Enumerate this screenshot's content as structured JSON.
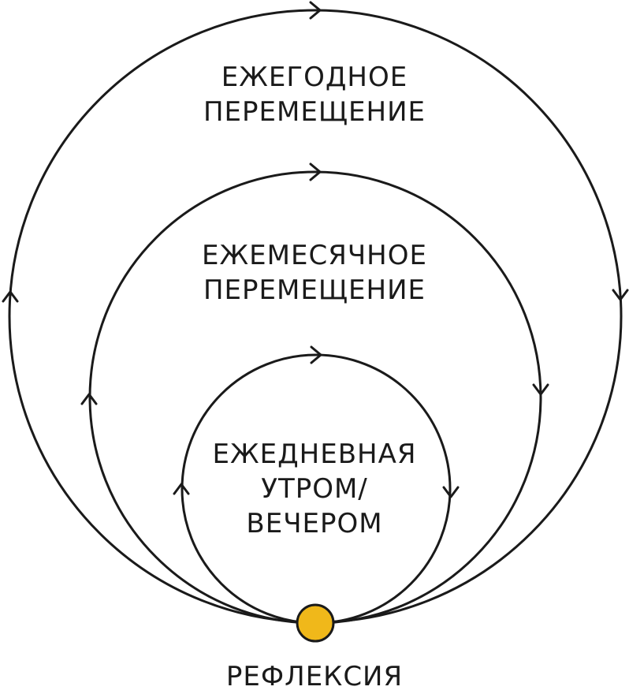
{
  "colors": {
    "stroke": "#1a1a1a",
    "dot": "#F0B81A"
  },
  "cycles": [
    {
      "id": "yearly",
      "lines": [
        "ЕЖЕГОДНОЕ",
        "ПЕРЕМЕЩЕНИЕ"
      ]
    },
    {
      "id": "monthly",
      "lines": [
        "ЕЖЕМЕСЯЧНОЕ",
        "ПЕРЕМЕЩЕНИЕ"
      ]
    },
    {
      "id": "daily",
      "lines": [
        "ЕЖЕДНЕВНАЯ",
        "УТРОМ/",
        "ВЕЧЕРОМ"
      ]
    }
  ],
  "center_label": "РЕФЛЕКСИЯ"
}
